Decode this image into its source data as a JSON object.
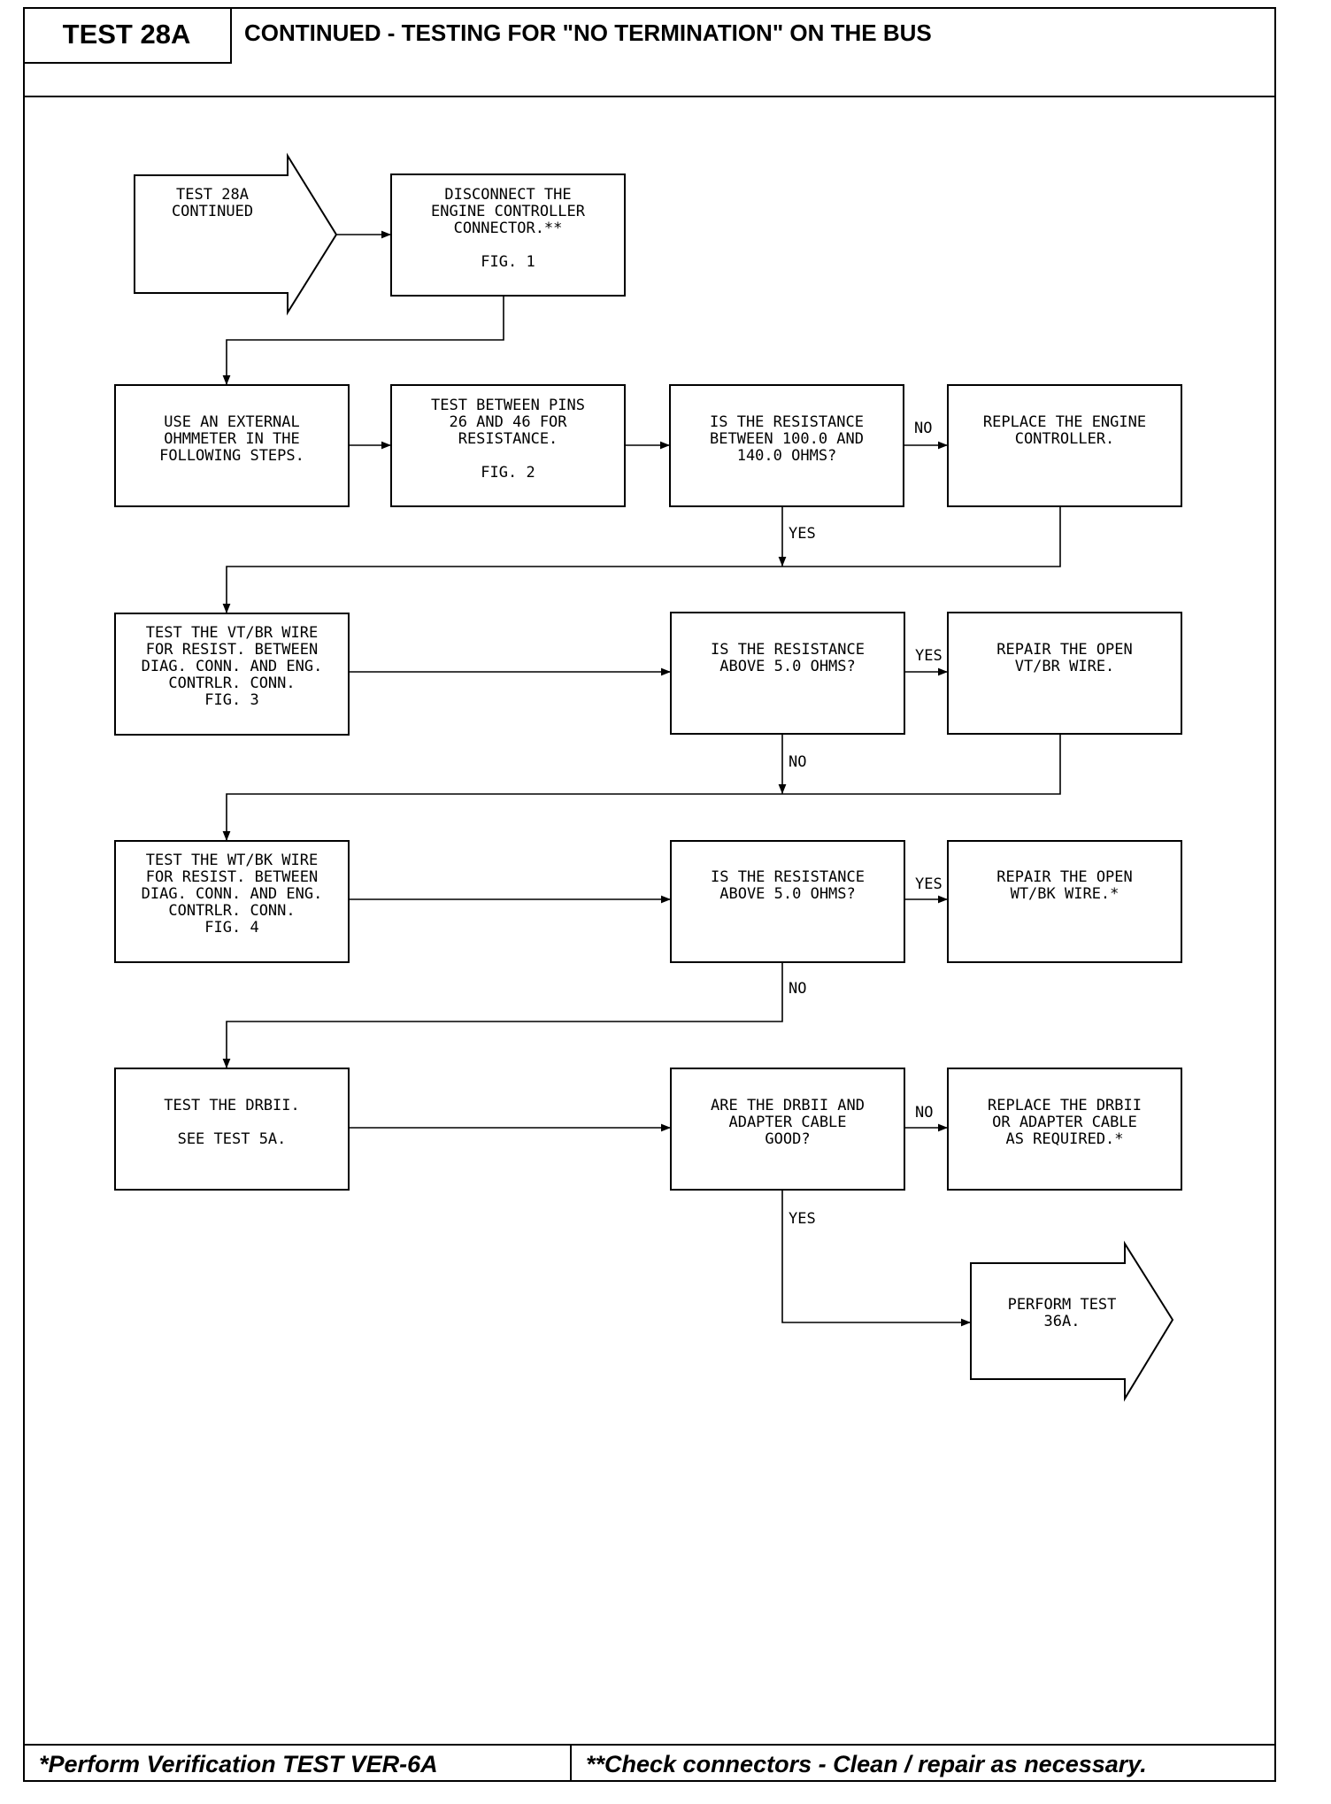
{
  "header": {
    "test_id": "TEST 28A",
    "title": "CONTINUED - TESTING FOR \"NO TERMINATION\" ON THE BUS"
  },
  "flowchart": {
    "start": [
      "TEST 28A",
      "CONTINUED"
    ],
    "disconnect": [
      "DISCONNECT THE",
      "ENGINE CONTROLLER",
      "CONNECTOR.**",
      "",
      "FIG. 1"
    ],
    "use_ohmmeter": [
      "USE AN EXTERNAL",
      "OHMMETER IN THE",
      "FOLLOWING STEPS."
    ],
    "test_pins": [
      "TEST BETWEEN PINS",
      "26 AND 46 FOR",
      "RESISTANCE.",
      "",
      "FIG. 2"
    ],
    "q_resistance_range": [
      "IS THE RESISTANCE",
      "BETWEEN 100.0 AND",
      "140.0 OHMS?"
    ],
    "replace_controller": [
      "REPLACE THE ENGINE",
      "CONTROLLER."
    ],
    "test_vtbr": [
      "TEST THE VT/BR WIRE",
      "FOR RESIST. BETWEEN",
      "DIAG. CONN. AND ENG.",
      "CONTRLR. CONN.",
      "FIG. 3"
    ],
    "q_vtbr_above": [
      "IS THE RESISTANCE",
      "ABOVE 5.0 OHMS?"
    ],
    "repair_vtbr": [
      "REPAIR THE OPEN",
      "VT/BR WIRE."
    ],
    "test_wtbk": [
      "TEST THE WT/BK WIRE",
      "FOR RESIST. BETWEEN",
      "DIAG. CONN. AND ENG.",
      "CONTRLR. CONN.",
      "FIG. 4"
    ],
    "q_wtbk_above": [
      "IS THE RESISTANCE",
      "ABOVE 5.0 OHMS?"
    ],
    "repair_wtbk": [
      "REPAIR THE OPEN",
      "WT/BK WIRE.*"
    ],
    "test_drbii": [
      "TEST THE DRBII.",
      "",
      "SEE TEST 5A."
    ],
    "q_drbii_good": [
      "ARE THE DRBII AND",
      "ADAPTER CABLE",
      "GOOD?"
    ],
    "replace_drbii": [
      "REPLACE THE DRBII",
      "OR ADAPTER CABLE",
      "AS REQUIRED.*"
    ],
    "perform_test": [
      "PERFORM TEST",
      "36A."
    ],
    "labels": {
      "no_1": "NO",
      "yes_1": "YES",
      "yes_2": "YES",
      "no_2": "NO",
      "yes_3": "YES",
      "no_3": "NO",
      "no_4": "NO",
      "yes_4": "YES"
    }
  },
  "footer": {
    "left": "*Perform Verification TEST VER-6A",
    "right": "**Check connectors - Clean / repair as necessary."
  }
}
